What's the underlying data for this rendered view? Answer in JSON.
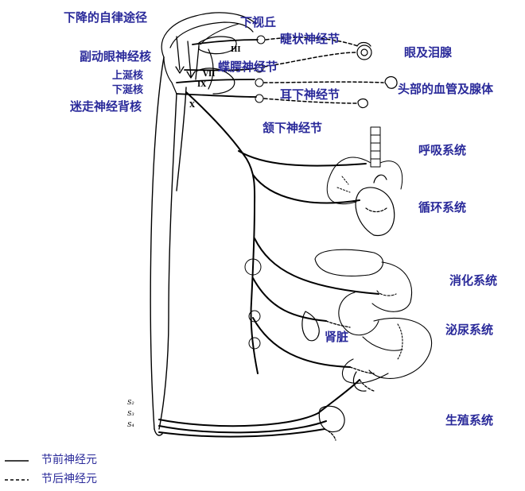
{
  "labels": {
    "descending_pathway": "下降的自律途径",
    "hypothalamus": "下视丘",
    "ciliary_ganglion": "睫状神经节",
    "accessory_oculomotor_nucleus": "副动眼神经核",
    "pterygopalatine_ganglion": "蝶腭神经节",
    "eye_lacrimal_gland": "眼及泪腺",
    "superior_salivatory_nucleus": "上涎核",
    "inferior_salivatory_nucleus": "下涎核",
    "otic_ganglion": "耳下神经节",
    "head_vessels_glands": "头部的血管及腺体",
    "dorsal_vagal_nucleus": "迷走神经背核",
    "submandibular_ganglion": "颔下神经节",
    "respiratory_system": "呼吸系统",
    "circulatory_system": "循环系统",
    "digestive_system": "消化系统",
    "kidney": "肾脏",
    "urinary_system": "泌尿系统",
    "reproductive_system": "生殖系统"
  },
  "nerve_numerals": {
    "cn3": "III",
    "cn7": "VII",
    "cn9": "IX",
    "cn10": "X"
  },
  "sacral_segments": {
    "s2": "S₂",
    "s3": "S₃",
    "s4": "S₄"
  },
  "legend": {
    "preganglionic_symbol": "——",
    "preganglionic": "节前神经元",
    "postganglionic_symbol": "------",
    "postganglionic": "节后神经元"
  },
  "colors": {
    "label_text": "#2a2a9a",
    "line": "#000000",
    "background": "#ffffff"
  }
}
